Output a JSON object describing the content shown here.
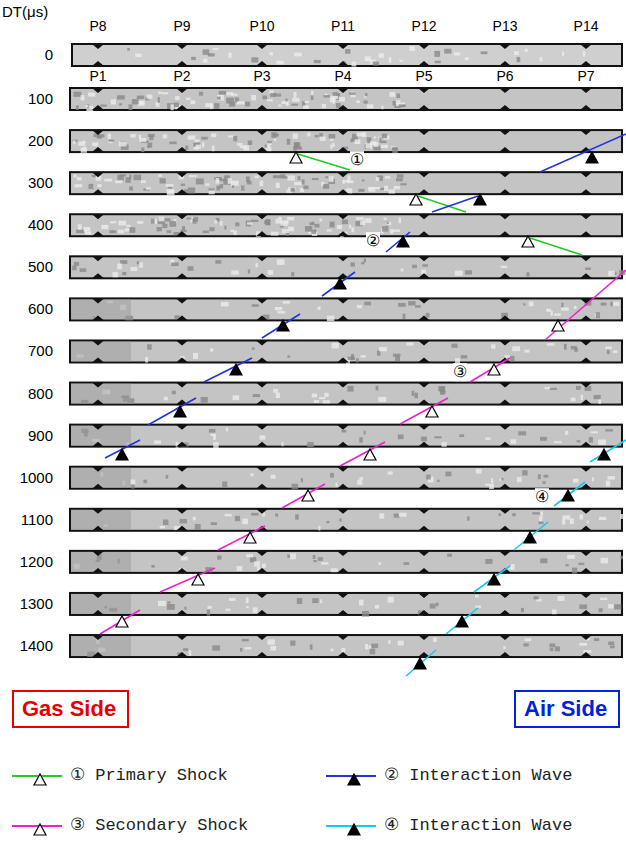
{
  "diagram": {
    "nodes": [
      {
        "text": [
          "Gas Side"
        ]
      },
      {
        "text": [
          "Air Side"
        ]
      }
    ],
    "labels": [
      "DT(μs)",
      "0",
      "100",
      "200",
      "300",
      "400",
      "500",
      "600",
      "700",
      "800",
      "900",
      "1000",
      "1100",
      "1200",
      "1300",
      "1400",
      "P8",
      "P9",
      "P10",
      "P11",
      "P12",
      "P13",
      "P14",
      "P1",
      "P2",
      "P3",
      "P4",
      "P5",
      "P6",
      "P7",
      "①",
      "②",
      "③",
      "④"
    ],
    "legend": [
      {
        "text": "① Primary Shock"
      },
      {
        "text": "② Interaction Wave"
      },
      {
        "text": "③ Secondary Shock"
      },
      {
        "text": "④ Interaction Wave"
      }
    ]
  }
}
